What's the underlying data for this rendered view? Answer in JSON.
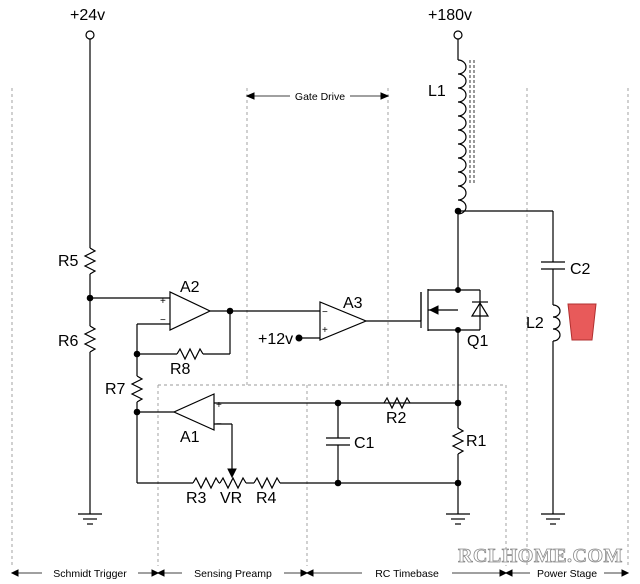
{
  "rails": {
    "v24": "+24v",
    "v180": "+180v",
    "v12": "+12v"
  },
  "components": {
    "r1": "R1",
    "r2": "R2",
    "r3": "R3",
    "r4": "R4",
    "r5": "R5",
    "r6": "R6",
    "r7": "R7",
    "r8": "R8",
    "vr": "VR",
    "c1": "C1",
    "c2": "C2",
    "l1": "L1",
    "l2": "L2",
    "a1": "A1",
    "a2": "A2",
    "a3": "A3",
    "q1": "Q1"
  },
  "pins": {
    "plus": "+",
    "minus": "−"
  },
  "sections": {
    "gate_drive": "Gate Drive",
    "schmidt_trigger": "Schmidt Trigger",
    "sensing_preamp": "Sensing Preamp",
    "rc_timebase": "RC Timebase",
    "power_stage": "Power Stage"
  },
  "watermark": "RCLHOME.COM",
  "colors": {
    "wire": "#000000",
    "section_divider": "#999999",
    "load_highlight": "#e85a5a"
  }
}
